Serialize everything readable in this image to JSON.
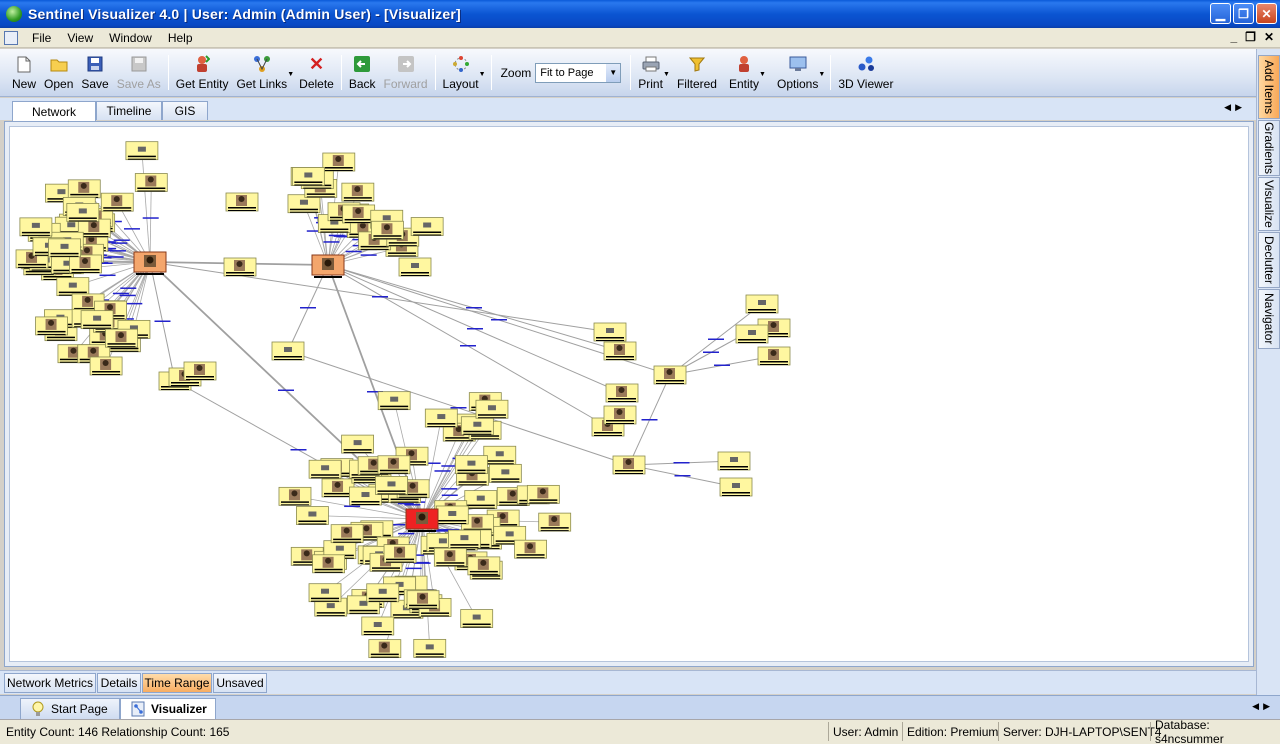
{
  "window": {
    "title": "Sentinel Visualizer 4.0 | User: Admin (Admin User) - [Visualizer]"
  },
  "menu": {
    "items": [
      "File",
      "View",
      "Window",
      "Help"
    ]
  },
  "toolbar": {
    "new": "New",
    "open": "Open",
    "save": "Save",
    "save_as": "Save As",
    "get_entity": "Get Entity",
    "get_links": "Get Links",
    "delete": "Delete",
    "back": "Back",
    "forward": "Forward",
    "layout": "Layout",
    "zoom_label": "Zoom",
    "zoom_value": "Fit to Page",
    "print": "Print",
    "filtered": "Filtered",
    "entity": "Entity",
    "options": "Options",
    "viewer_3d": "3D Viewer"
  },
  "side_tabs": [
    "Add Items",
    "Gradients",
    "Visualize",
    "Declutter",
    "Navigator"
  ],
  "view_tabs": [
    "Network",
    "Timeline",
    "GIS"
  ],
  "panel_tabs": [
    "Network Metrics",
    "Details",
    "Time Range",
    "Unsaved"
  ],
  "window_tabs": [
    "Start Page",
    "Visualizer"
  ],
  "status": {
    "counts": "Entity Count: 146 Relationship Count: 165",
    "user": "User: Admin",
    "edition": "Edition: Premium",
    "server": "Server: DJH-LAPTOP\\SENT4",
    "database": "Database: s4ncsummer"
  },
  "colors": {
    "hub_main": "#ee2222",
    "hub_secondary": "#f4a66c",
    "entity_node": "#fff7a0",
    "link_label": "#2222cc"
  }
}
